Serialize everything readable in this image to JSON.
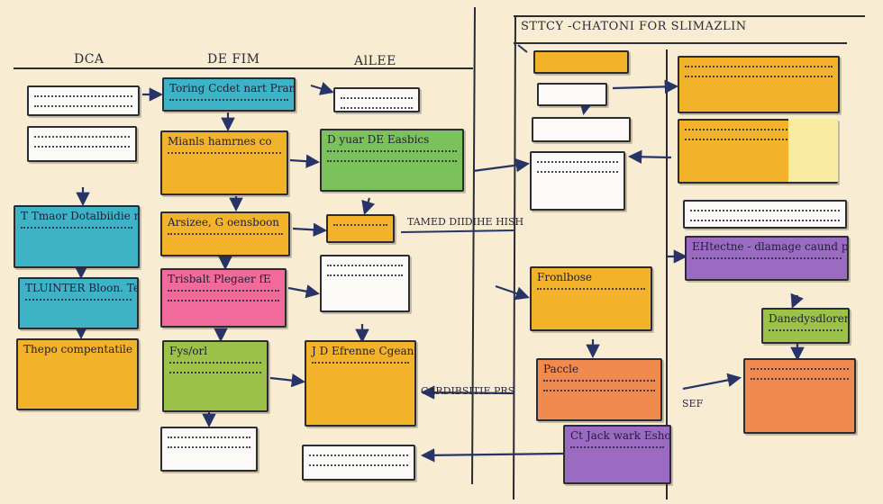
{
  "headings": {
    "col1": "DCA",
    "col2": "DE FIM",
    "col3": "AlLEE",
    "col4": "STTCY -CHATONI FOR SLIMAZLIN"
  },
  "notes": {
    "n1": "",
    "n2": "Toring Ccdet nart Pramated",
    "n4": "",
    "n5": "Mianls hamrnes co",
    "n6": "D yuar DE Easbics",
    "n7": "T Tmaor Dotalbiidie roo",
    "n8": "Arsizee, G oensboon",
    "n9": "",
    "n10": "TLUINTER Bloon. Tee",
    "n11": "Trisbalt Plegaer fE",
    "n12": "",
    "n13": "Thepo compentatile",
    "n14": "Fys/orl",
    "n15": "J D Efrenne Cgean",
    "n16": "",
    "n17": "",
    "n18": "",
    "n19": "",
    "n20": "",
    "n21": "",
    "n22": "",
    "n23": "",
    "n24": "EHtectne - dlamage caund prarodabss",
    "n25": "Fronlbose",
    "n26": "Paccle",
    "n27": "Danedysdloreneta",
    "n28": "",
    "n29": "Ct Jack wark Eshorg"
  },
  "annotations": {
    "a1": "TAMED DIIDIHE HISH",
    "a2": "CARDIBSITIE PRS",
    "a3": "SEF"
  },
  "colors": {
    "paper": "#f8ecd2",
    "yellow": "#f2b32a",
    "teal": "#3fb3c6",
    "green": "#7cc25a",
    "pink": "#f06b9a",
    "olive": "#9cc24a",
    "orange": "#f08a4e",
    "purple": "#9b6bc2",
    "ink": "#2b2b33",
    "arrow": "#283468"
  }
}
